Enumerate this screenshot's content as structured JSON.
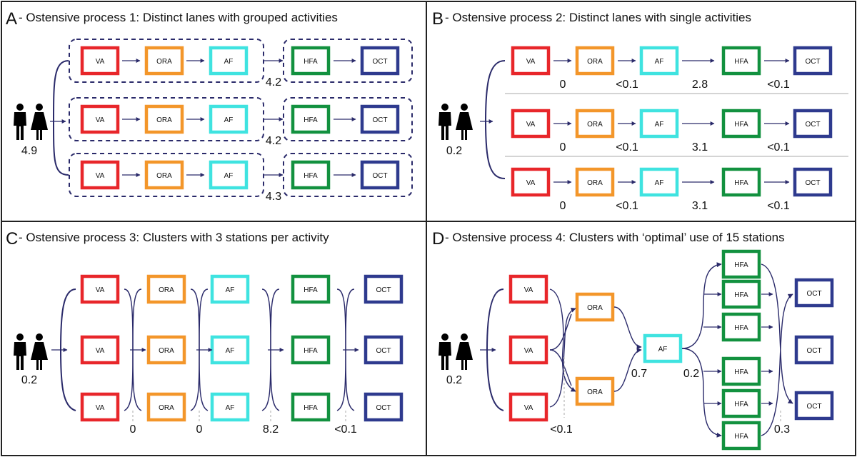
{
  "colors": {
    "VA": "#e8262a",
    "ORA": "#f3962a",
    "AF": "#3fe3e0",
    "HFA": "#12913f",
    "OCT": "#2e3a8e",
    "line": "#2a2a6a",
    "border": "#222222",
    "text": "#111111",
    "separator": "#aaaaaa"
  },
  "icons": {
    "people": "man-woman-icon"
  },
  "panels": {
    "A": {
      "letter": "A",
      "title": " - Ostensive process 1: Distinct lanes with grouped activities",
      "people_value": "4.9",
      "lanes": [
        {
          "boxes": [
            "VA",
            "ORA",
            "AF",
            "HFA",
            "OCT"
          ],
          "value": "4.2"
        },
        {
          "boxes": [
            "VA",
            "ORA",
            "AF",
            "HFA",
            "OCT"
          ],
          "value": "4.2"
        },
        {
          "boxes": [
            "VA",
            "ORA",
            "AF",
            "HFA",
            "OCT"
          ],
          "value": "4.3"
        }
      ]
    },
    "B": {
      "letter": "B",
      "title": " - Ostensive process 2: Distinct lanes with single activities",
      "people_value": "0.2",
      "lanes": [
        {
          "boxes": [
            "VA",
            "ORA",
            "AF",
            "HFA",
            "OCT"
          ],
          "values": [
            "0",
            "<0.1",
            "2.8",
            "<0.1"
          ]
        },
        {
          "boxes": [
            "VA",
            "ORA",
            "AF",
            "HFA",
            "OCT"
          ],
          "values": [
            "0",
            "<0.1",
            "3.1",
            "<0.1"
          ]
        },
        {
          "boxes": [
            "VA",
            "ORA",
            "AF",
            "HFA",
            "OCT"
          ],
          "values": [
            "0",
            "<0.1",
            "3.1",
            "<0.1"
          ]
        }
      ]
    },
    "C": {
      "letter": "C",
      "title": " - Ostensive process 3: Clusters with 3 stations per activity",
      "people_value": "0.2",
      "columns": [
        "VA",
        "ORA",
        "AF",
        "HFA",
        "OCT"
      ],
      "values": [
        "0",
        "0",
        "8.2",
        "<0.1"
      ]
    },
    "D": {
      "letter": "D",
      "title": " - Ostensive process 4: Clusters with ‘optimal’ use of 15 stations",
      "people_value": "0.2",
      "va": [
        "VA",
        "VA",
        "VA"
      ],
      "ora": [
        "ORA",
        "ORA"
      ],
      "af": "AF",
      "hfa": [
        "HFA",
        "HFA",
        "HFA",
        "HFA",
        "HFA",
        "HFA"
      ],
      "oct": [
        "OCT",
        "OCT",
        "OCT"
      ],
      "values": [
        "<0.1",
        "0.7",
        "0.2",
        "0.3"
      ]
    }
  }
}
